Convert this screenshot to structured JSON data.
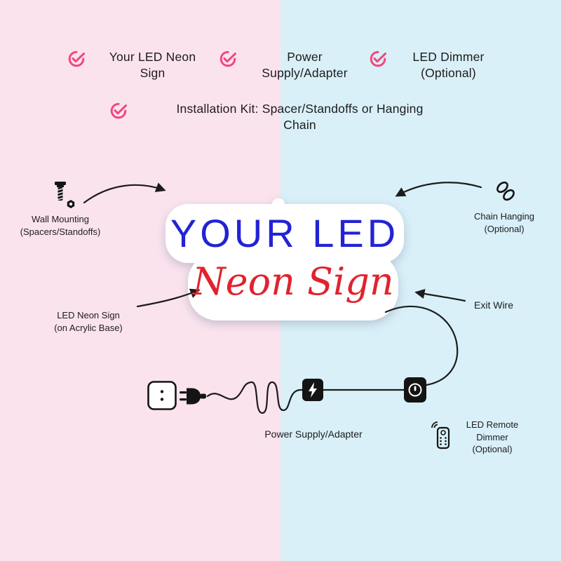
{
  "colors": {
    "pink_bg": "#fbe3ee",
    "blue_bg": "#d9f0f8",
    "accent_pink": "#f2477e",
    "sign_blue": "#2222d6",
    "sign_red": "#e0232e",
    "ink": "#1c1c1c"
  },
  "checklist": {
    "items": [
      {
        "icon": "check-circle-icon",
        "label": "Your LED Neon\nSign"
      },
      {
        "icon": "check-circle-icon",
        "label": "Power\nSupply/Adapter"
      },
      {
        "icon": "check-circle-icon",
        "label": "LED Dimmer\n(Optional)"
      },
      {
        "icon": "check-circle-icon",
        "label": "Installation Kit: Spacer/Standoffs or Hanging\nChain"
      }
    ]
  },
  "sign": {
    "line1": "YOUR LED",
    "line2": "Neon Sign"
  },
  "annotations": {
    "wall_mounting": {
      "icon": "screw-icon",
      "label": "Wall Mounting\n(Spacers/Standoffs)"
    },
    "chain_hanging": {
      "icon": "chain-link-icon",
      "label": "Chain Hanging\n(Optional)"
    },
    "led_neon_sign": {
      "label": "LED Neon Sign\n(on Acrylic Base)"
    },
    "exit_wire": {
      "label": "Exit Wire"
    },
    "power_supply": {
      "icons": [
        "wall-socket-icon",
        "power-plug-icon",
        "power-adapter-icon",
        "dimmer-switch-icon"
      ],
      "label": "Power Supply/Adapter"
    },
    "remote_dimmer": {
      "icon": "remote-control-icon",
      "label": "LED Remote\nDimmer\n(Optional)"
    }
  }
}
